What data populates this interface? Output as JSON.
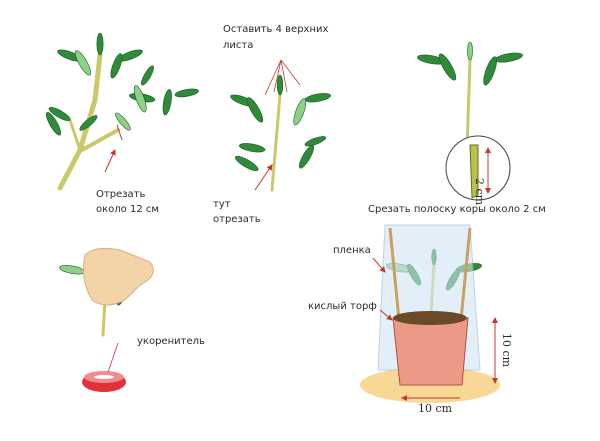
{
  "panels": {
    "step1": {
      "label_line1": "Отрезать",
      "label_line2": "около 12 см"
    },
    "step2": {
      "top_line1": "Оставить 4 верхних",
      "top_line2": "листа",
      "cut_line1": "тут",
      "cut_line2": "отрезать"
    },
    "step3": {
      "measure": "2 cm",
      "caption": "Срезать полоску коры около 2 см"
    },
    "step4": {
      "label": "укоренитель"
    },
    "step5": {
      "film": "пленка",
      "peat": "кислый торф",
      "height": "10 cm",
      "width": "10 cm"
    }
  },
  "colors": {
    "leaf": "#2f8a3a",
    "leaf_light": "#8fcf86",
    "stem": "#c9c86a",
    "arrow": "#c0392b",
    "pot": "#e98c7a",
    "cap": "#e0303a"
  }
}
